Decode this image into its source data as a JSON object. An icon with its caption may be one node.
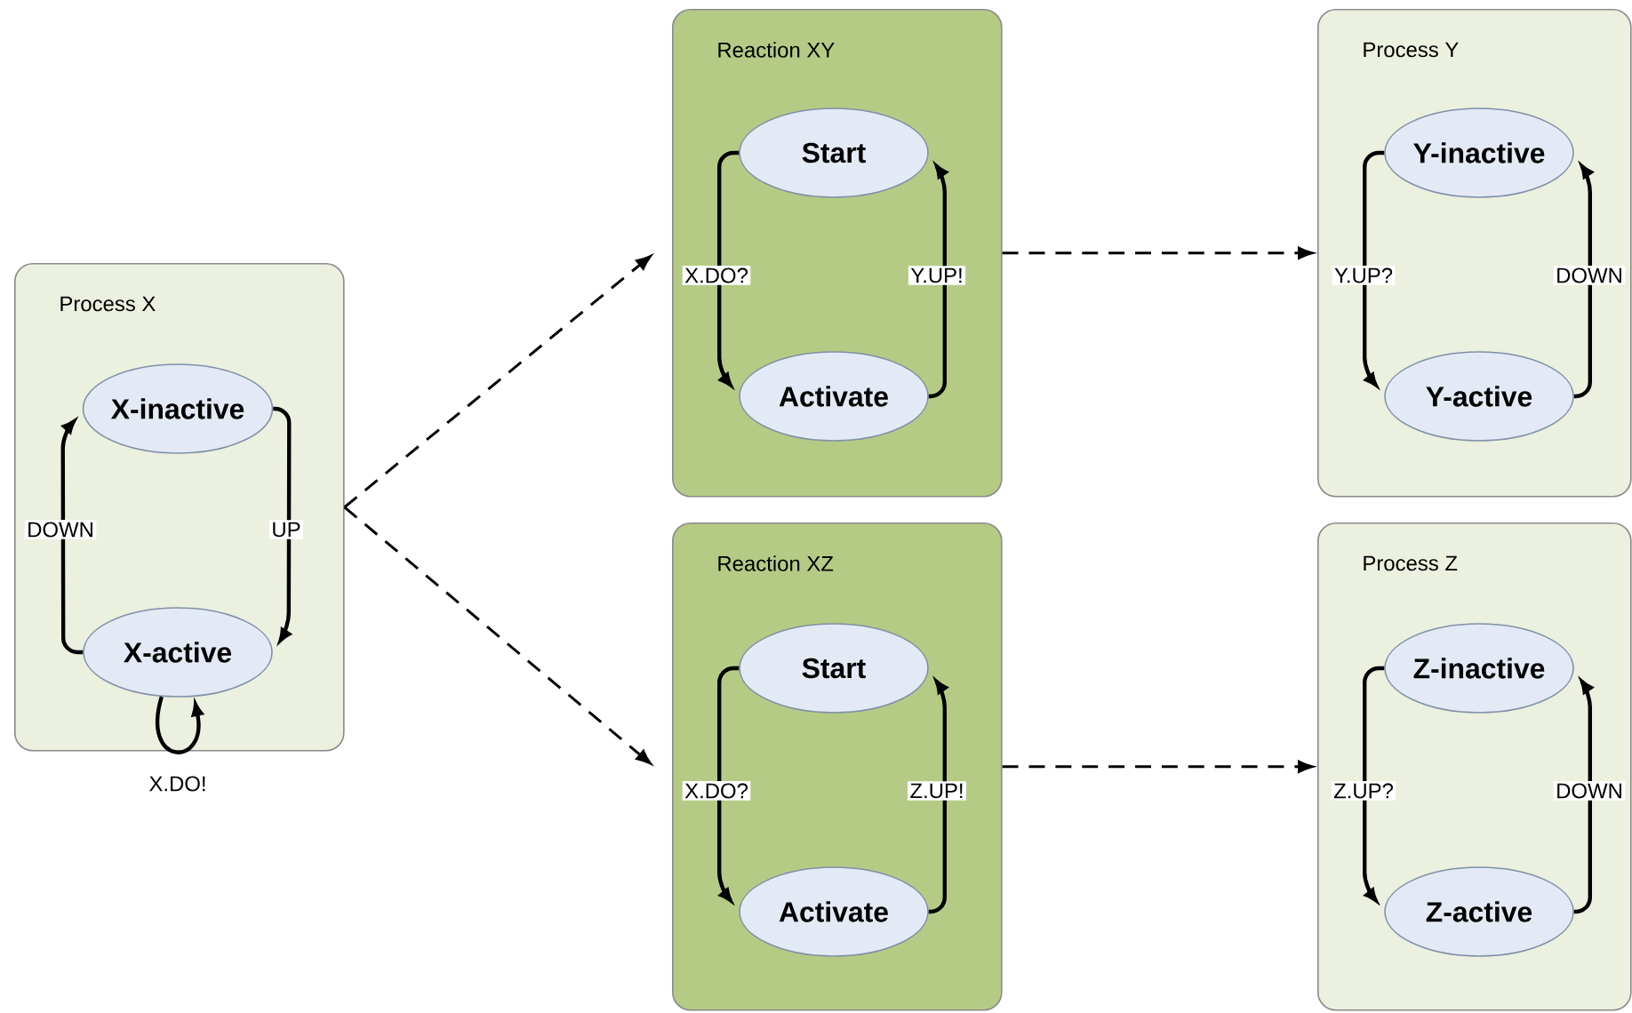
{
  "diagram": {
    "nodes": [
      {
        "text": [
          "Process X"
        ]
      },
      {
        "text": [
          "X-inactive"
        ],
        "in": 0
      },
      {
        "text": [
          "X-active"
        ],
        "in": 0
      },
      {
        "text": [
          "Reaction XY"
        ]
      },
      {
        "text": [
          "Start"
        ],
        "in": 3
      },
      {
        "text": [
          "Activate"
        ],
        "in": 3
      },
      {
        "text": [
          "Reaction XZ"
        ]
      },
      {
        "text": [
          "Start"
        ],
        "in": 6
      },
      {
        "text": [
          "Activate"
        ],
        "in": 6
      },
      {
        "text": [
          "Process Y"
        ]
      },
      {
        "text": [
          "Y-inactive"
        ],
        "in": 9
      },
      {
        "text": [
          "Y-active"
        ],
        "in": 9
      },
      {
        "text": [
          "Process Z"
        ]
      },
      {
        "text": [
          "Z-inactive"
        ],
        "in": 12
      },
      {
        "text": [
          "Z-active"
        ],
        "in": 12
      }
    ],
    "edges": [
      {
        "from": 2,
        "to": 1,
        "arrow": "to",
        "label": "DOWN"
      },
      {
        "from": 1,
        "to": 2,
        "arrow": "to",
        "label": "UP"
      },
      {
        "from": 2,
        "to": 2,
        "arrow": "to",
        "label": "X.DO!"
      },
      {
        "from": 0,
        "to": 3,
        "arrow": "to",
        "style": "dashed"
      },
      {
        "from": 0,
        "to": 6,
        "arrow": "to",
        "style": "dashed"
      },
      {
        "from": 3,
        "to": 9,
        "arrow": "to",
        "style": "dashed"
      },
      {
        "from": 6,
        "to": 12,
        "arrow": "to",
        "style": "dashed"
      },
      {
        "from": 4,
        "to": 5,
        "arrow": "to",
        "label": "X.DO?"
      },
      {
        "from": 5,
        "to": 4,
        "arrow": "to",
        "label": "Y.UP!"
      },
      {
        "from": 7,
        "to": 8,
        "arrow": "to",
        "label": "X.DO?"
      },
      {
        "from": 8,
        "to": 7,
        "arrow": "to",
        "label": "Z.UP!"
      },
      {
        "from": 10,
        "to": 11,
        "arrow": "to",
        "label": "Y.UP?"
      },
      {
        "from": 11,
        "to": 10,
        "arrow": "to",
        "label": "DOWN"
      },
      {
        "from": 13,
        "to": 14,
        "arrow": "to",
        "label": "Z.UP?"
      },
      {
        "from": 14,
        "to": 13,
        "arrow": "to",
        "label": "DOWN"
      }
    ]
  }
}
